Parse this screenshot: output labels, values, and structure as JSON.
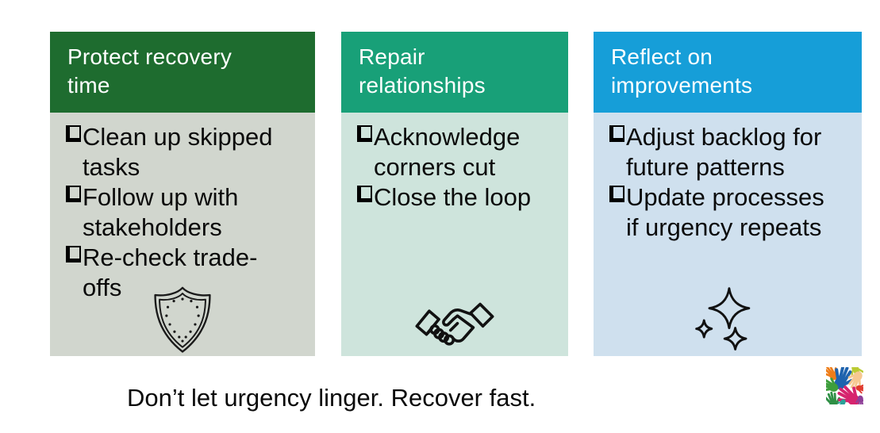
{
  "slide": {
    "background_color": "#FFFFFF",
    "text_color": "#0A0A0A"
  },
  "columns": [
    {
      "title": "Protect recovery time",
      "header_color": "#1E6C2F",
      "body_color": "#D1D6CE",
      "icon": "shield-icon",
      "bullet_icon": "checkbox-icon",
      "items": [
        "Clean up skipped tasks",
        "Follow up with stakeholders",
        "Re-check trade-offs"
      ]
    },
    {
      "title": "Repair relationships",
      "header_color": "#18A078",
      "body_color": "#CEE4DC",
      "icon": "handshake-icon",
      "bullet_icon": "checkbox-icon",
      "items": [
        "Acknowledge corners cut",
        "Close the loop"
      ]
    },
    {
      "title": "Reflect on improvements",
      "header_color": "#169ED8",
      "body_color": "#CFE0EE",
      "icon": "sparkles-icon",
      "bullet_icon": "checkbox-icon",
      "items": [
        "Adjust backlog for future patterns",
        "Update processes if urgency repeats"
      ]
    }
  ],
  "footer": {
    "tagline": "Don’t let urgency linger. Recover fast.",
    "logo": "colorful-hands-logo",
    "logo_colors": [
      "#1E63AE",
      "#EE7D18",
      "#BBCB33",
      "#F6C891",
      "#3E9E3C",
      "#D6246E",
      "#2F8F45",
      "#E03A2F",
      "#8E3F98",
      "#2AA198"
    ]
  }
}
